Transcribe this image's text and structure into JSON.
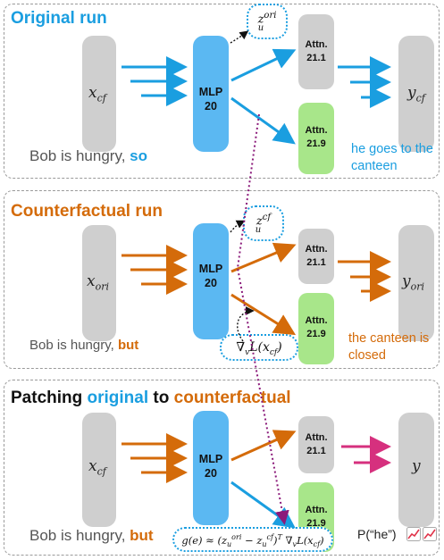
{
  "panels": [
    {
      "title_parts": [
        "Original run"
      ],
      "input_var": "x",
      "input_sub": "cf",
      "mlp_label": "MLP",
      "mlp_num": "20",
      "attn_top": [
        "Attn.",
        "21.1"
      ],
      "attn_bottom": [
        "Attn.",
        "21.9"
      ],
      "output_var": "y",
      "output_sub": "cf",
      "sentence": "Bob is hungry,",
      "sentence_kw": "so",
      "output_lines": [
        "he goes to the",
        "canteen"
      ],
      "bubble": "z_u^ori"
    },
    {
      "title_parts": [
        "Counterfactual run"
      ],
      "input_var": "x",
      "input_sub": "ori",
      "mlp_label": "MLP",
      "mlp_num": "20",
      "attn_top": [
        "Attn.",
        "21.1"
      ],
      "attn_bottom": [
        "Attn.",
        "21.9"
      ],
      "output_var": "y",
      "output_sub": "ori",
      "sentence": "Bob is hungry,",
      "sentence_kw": "but",
      "output_lines": [
        "the canteen is",
        "closed"
      ],
      "bubble": "z_u^cf",
      "grad_bubble": "∇_v L(x_cf)"
    },
    {
      "title_parts": [
        "Patching",
        "original",
        "to",
        "counterfactual"
      ],
      "input_var": "x",
      "input_sub": "cf",
      "mlp_label": "MLP",
      "mlp_num": "20",
      "attn_top": [
        "Attn.",
        "21.1"
      ],
      "attn_bottom": [
        "Attn.",
        "21.9"
      ],
      "output_var": "y",
      "sentence": "Bob is hungry,",
      "sentence_kw": "but",
      "prob_label": "P(“he”)",
      "formula": "g(e) ≈ (z_u^ori − z_u^cf)^T ∇_v L(x_cf)"
    }
  ],
  "colors": {
    "blue": "#1a9ee0",
    "orange": "#d46b0a",
    "magenta": "#d6307e",
    "purple": "#8b1a7a"
  }
}
